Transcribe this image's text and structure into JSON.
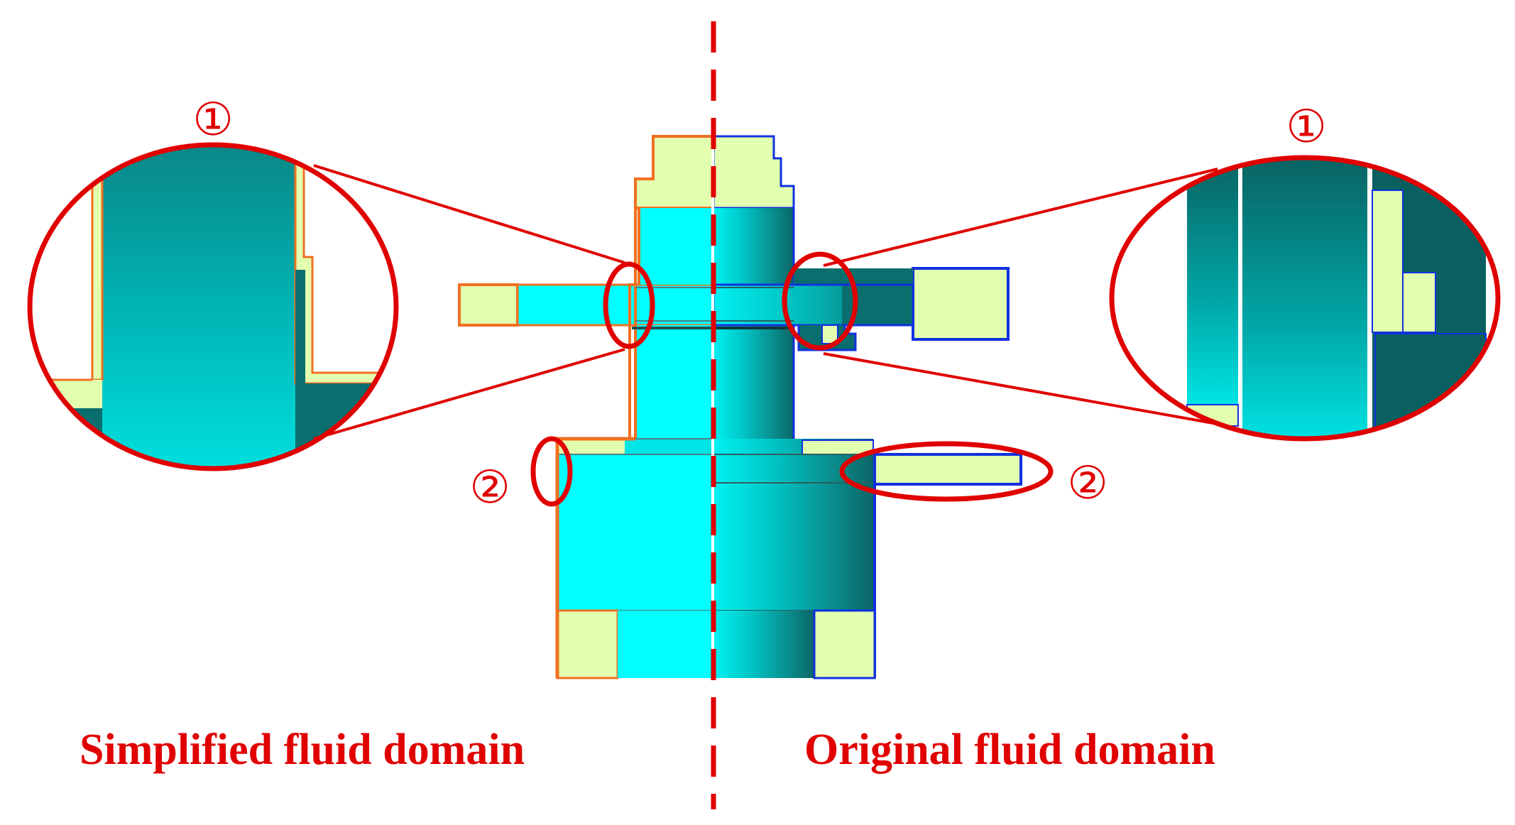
{
  "captions": {
    "left": "Simplified fluid domain",
    "right": "Original fluid domain"
  },
  "markers": {
    "detail_1": "①",
    "detail_2": "②"
  },
  "colors": {
    "highlight_red": "#e00000",
    "simplified_outline": "#f07020",
    "original_outline": "#1030e0",
    "fluid_cyan": "#00ffff",
    "fluid_dark_teal": "#0a6e6e",
    "solid_pale_yellow": "#e2ffb0",
    "background": "#ffffff"
  }
}
